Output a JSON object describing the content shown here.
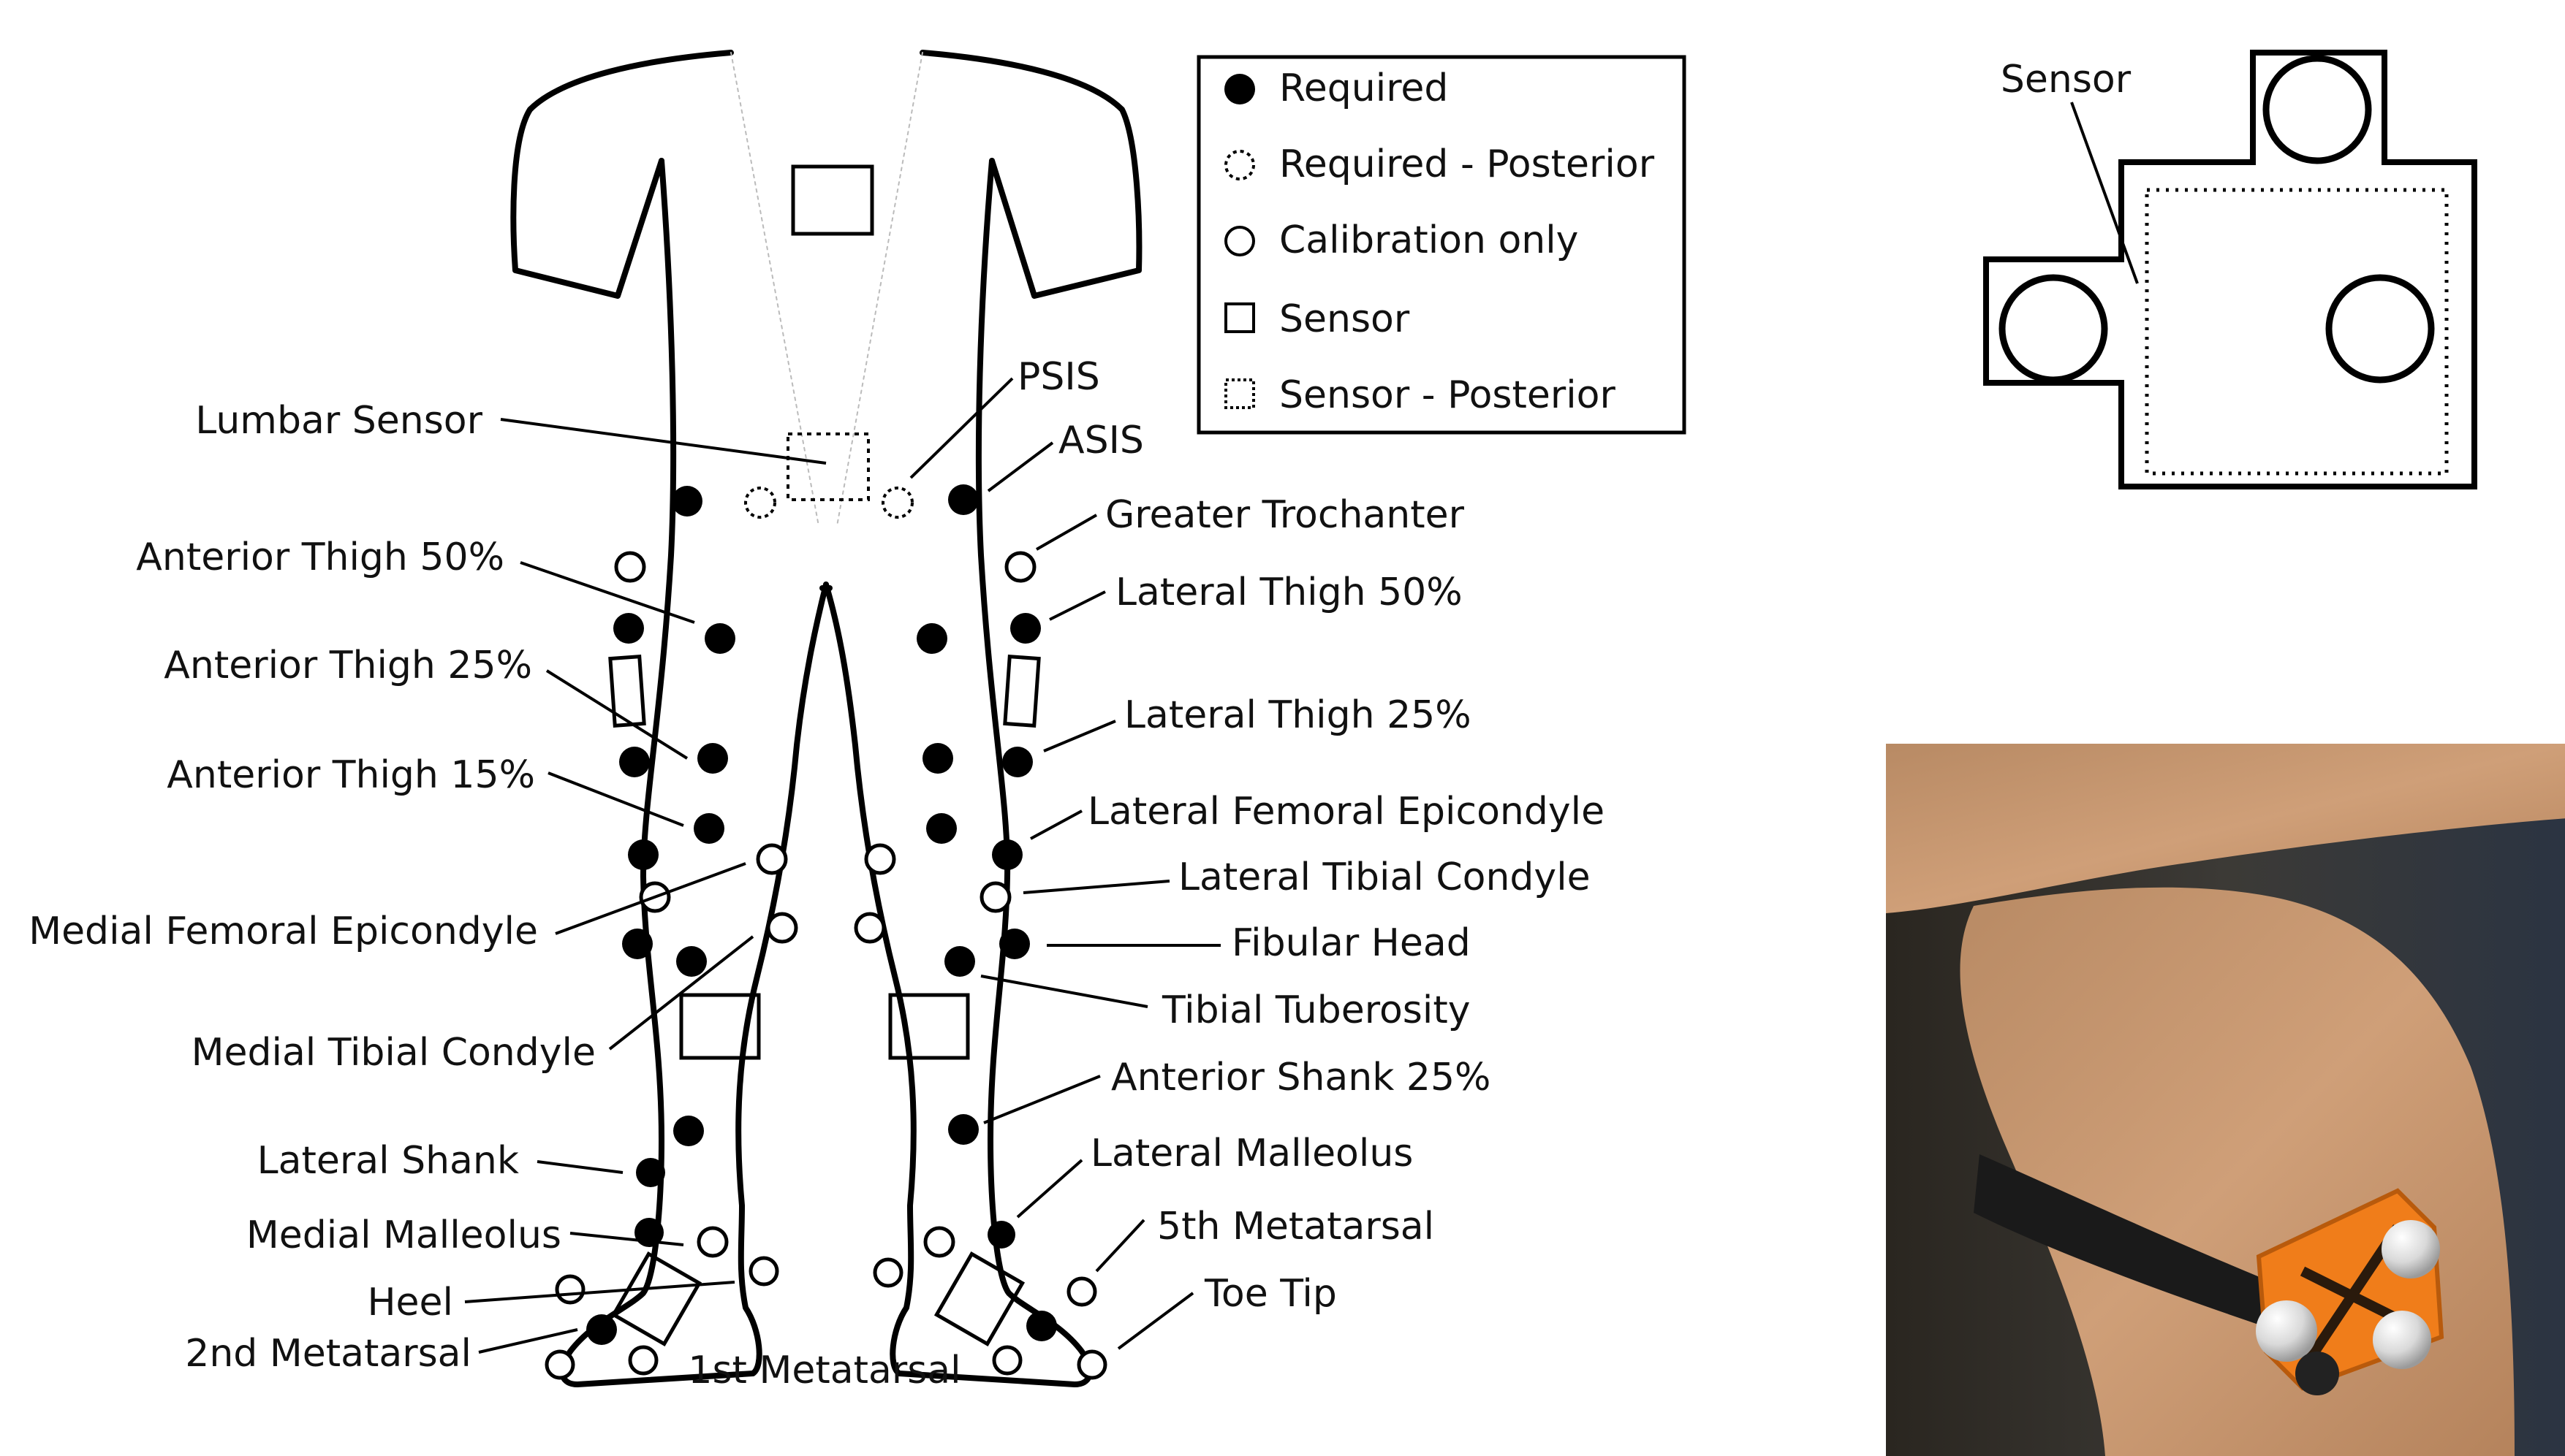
{
  "colors": {
    "ink": "#000000",
    "background": "#ffffff",
    "sensor_orange": "#f07d1a",
    "skin": "#c8956a"
  },
  "legend": {
    "required": "Required",
    "required_posterior": "Required - Posterior",
    "calibration_only": "Calibration only",
    "sensor": "Sensor",
    "sensor_posterior": "Sensor - Posterior"
  },
  "labels": {
    "lumbar_sensor": "Lumbar Sensor",
    "psis": "PSIS",
    "asis": "ASIS",
    "greater_trochanter": "Greater Trochanter",
    "anterior_thigh_50": "Anterior Thigh 50%",
    "lateral_thigh_50": "Lateral Thigh 50%",
    "anterior_thigh_25": "Anterior Thigh 25%",
    "lateral_thigh_25": "Lateral Thigh 25%",
    "anterior_thigh_15": "Anterior Thigh 15%",
    "lateral_femoral_epicondyle": "Lateral Femoral Epicondyle",
    "lateral_tibial_condyle": "Lateral Tibial Condyle",
    "medial_femoral_epicondyle": "Medial Femoral Epicondyle",
    "fibular_head": "Fibular Head",
    "tibial_tuberosity": "Tibial Tuberosity",
    "medial_tibial_condyle": "Medial Tibial Condyle",
    "anterior_shank_25": "Anterior Shank 25%",
    "lateral_shank": "Lateral Shank",
    "lateral_malleolus": "Lateral Malleolus",
    "medial_malleolus": "Medial Malleolus",
    "fifth_metatarsal": "5th Metatarsal",
    "heel": "Heel",
    "toe_tip": "Toe Tip",
    "second_metatarsal": "2nd Metatarsal",
    "first_metatarsal": "1st Metatarsal"
  },
  "sensor_detail": {
    "label": "Sensor"
  }
}
